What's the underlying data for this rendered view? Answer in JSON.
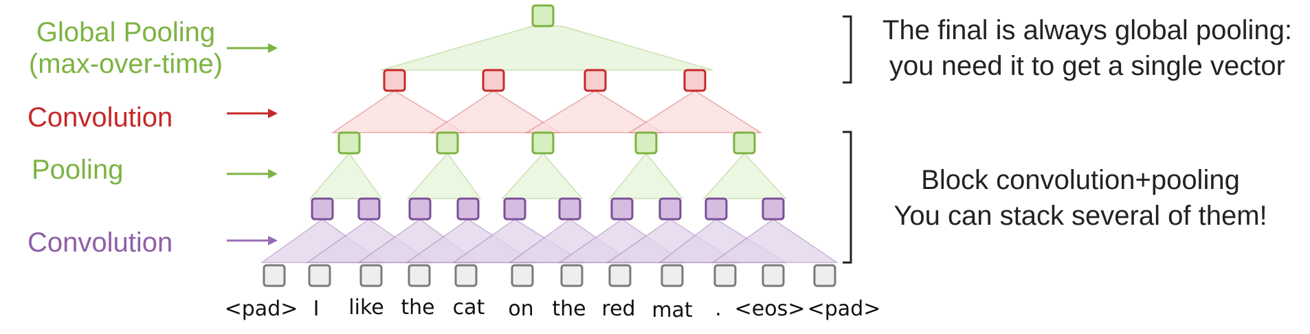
{
  "labels": {
    "global_pooling_line1": "Global Pooling",
    "global_pooling_line2": "(max-over-time)",
    "convolution_upper": "Convolution",
    "pooling": "Pooling",
    "convolution_lower": "Convolution"
  },
  "notes": {
    "top_line1": "The final is always global pooling:",
    "top_line2": "you need it to get a single vector",
    "bottom_line1": "Block convolution+pooling",
    "bottom_line2": "You can stack several of them!"
  },
  "tokens": [
    "<pad>",
    "I",
    "like",
    "the",
    "cat",
    "on",
    "the",
    "red",
    "mat",
    ".",
    "<eos>",
    "<pad>"
  ],
  "colors": {
    "green_stroke": "#7cb342",
    "green_fill": "#d7eec0",
    "green_tri": "#e6f4d8",
    "red_stroke": "#c62828",
    "red_fill": "#f8cfcf",
    "red_tri": "#f9dcdc",
    "purple_stroke": "#7b4f96",
    "purple_fill": "#d4bde0",
    "purple_tri": "#e2d3ea",
    "gray_stroke": "#7a7a7a",
    "gray_fill": "#eeeeee"
  }
}
